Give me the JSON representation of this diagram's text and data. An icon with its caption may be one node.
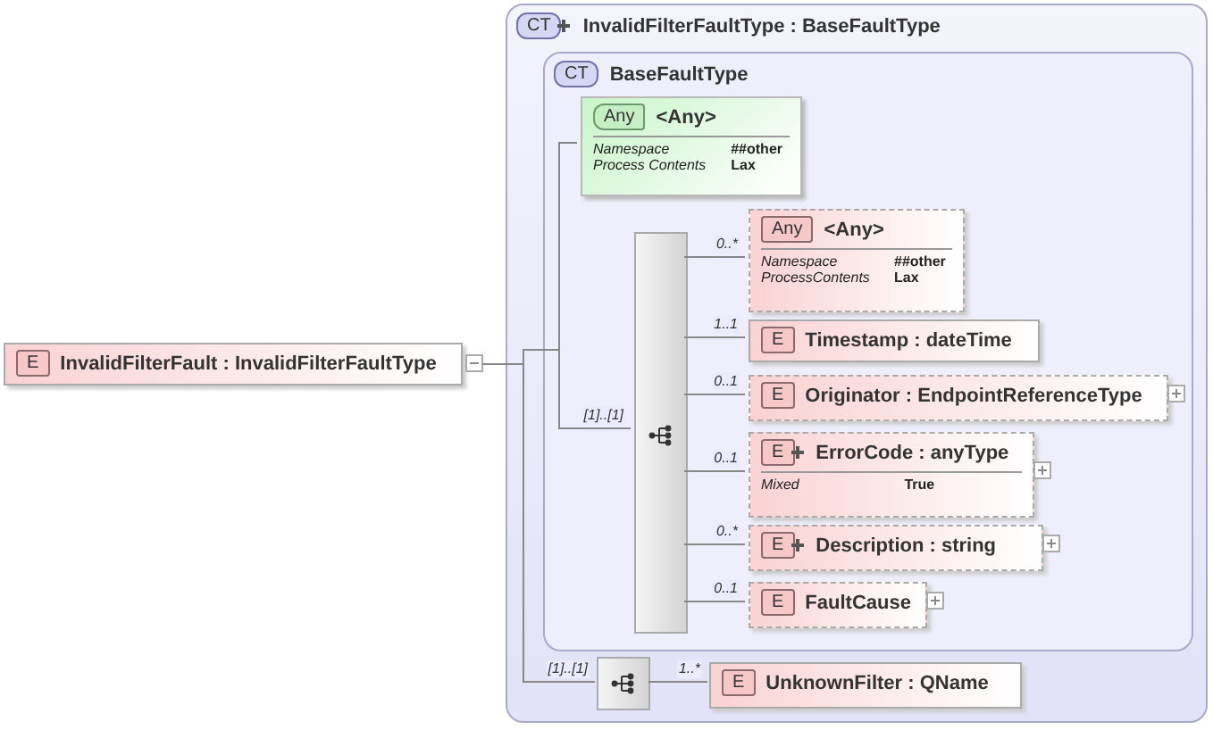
{
  "diagram": {
    "nodes": [
      {
        "text": [
          "E",
          "InvalidFilterFault : InvalidFilterFaultType"
        ]
      },
      {
        "text": [
          "CT",
          "InvalidFilterFaultType : BaseFaultType"
        ]
      },
      {
        "text": [
          "CT",
          "BaseFaultType"
        ],
        "in": 1
      },
      {
        "text": [
          "Any",
          "<Any>",
          "Namespace",
          "##other",
          "Process Contents",
          "Lax"
        ],
        "in": 2
      },
      {
        "text": [],
        "shape": "bar",
        "in": 2
      },
      {
        "text": [
          "Any",
          "<Any>",
          "Namespace",
          "##other",
          "ProcessContents",
          "Lax"
        ],
        "in": 2
      },
      {
        "text": [
          "E",
          "Timestamp : dateTime"
        ],
        "in": 2
      },
      {
        "text": [
          "E",
          "Originator : EndpointReferenceType"
        ],
        "in": 2
      },
      {
        "text": [
          "E",
          "ErrorCode : anyType",
          "Mixed",
          "True"
        ],
        "in": 2
      },
      {
        "text": [
          "E",
          "Description : string"
        ],
        "in": 2
      },
      {
        "text": [
          "E",
          "FaultCause"
        ],
        "in": 2
      },
      {
        "text": [],
        "shape": "box",
        "in": 1
      },
      {
        "text": [
          "E",
          "UnknownFilter : QName"
        ],
        "in": 1
      }
    ],
    "edges": [
      {
        "from": 0,
        "to": 3,
        "arrow": "none"
      },
      {
        "from": 0,
        "to": 4,
        "arrow": "none",
        "label": "[1]..[1]"
      },
      {
        "from": 0,
        "to": 11,
        "arrow": "none",
        "label": "[1]..[1]"
      },
      {
        "from": 4,
        "to": 5,
        "arrow": "none",
        "label": "0..*"
      },
      {
        "from": 4,
        "to": 6,
        "arrow": "none",
        "label": "1..1"
      },
      {
        "from": 4,
        "to": 7,
        "arrow": "none",
        "label": "0..1"
      },
      {
        "from": 4,
        "to": 8,
        "arrow": "none",
        "label": "0..1"
      },
      {
        "from": 4,
        "to": 9,
        "arrow": "none",
        "label": "0..*"
      },
      {
        "from": 4,
        "to": 10,
        "arrow": "none",
        "label": "0..1"
      },
      {
        "from": 11,
        "to": 12,
        "arrow": "none",
        "label": "1..*"
      }
    ]
  }
}
